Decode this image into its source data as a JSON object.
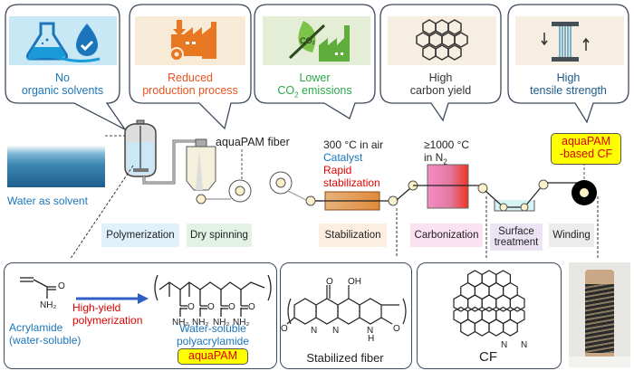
{
  "benefits": [
    {
      "label_line1": "No",
      "label_line2": "organic solvents",
      "color": "#1a75bb",
      "icon": "flask-water-drop-check-icon"
    },
    {
      "label_line1": "Reduced",
      "label_line2": "production process",
      "color": "#e8541e",
      "icon": "factory-gear-arrow-icon"
    },
    {
      "label_line1": "Lower",
      "label_line2_pre": "CO",
      "label_line2_sub": "2",
      "label_line2_post": " emissions",
      "color": "#2aa84a",
      "icon": "co2-leaf-factory-icon"
    },
    {
      "label_line1": "High",
      "label_line2": "carbon yield",
      "color": "#333333",
      "icon": "hexagon-lattice-icon"
    },
    {
      "label_line1": "High",
      "label_line2": "tensile strength",
      "color": "#1a5a8a",
      "icon": "tensile-test-fiber-icon"
    }
  ],
  "process": {
    "water_label": "Water as solvent",
    "fiber_label": "aquaPAM fiber",
    "stabilization_conditions": {
      "line1": "300 °C in air",
      "line2": "Catalyst",
      "line3": "Rapid",
      "line4": "stabilization"
    },
    "carbonization_conditions": {
      "line1": "≥1000 °C",
      "line2_pre": "in N",
      "line2_sub": "2"
    },
    "product_badge": {
      "line1": "aquaPAM",
      "line2": "-based CF"
    },
    "steps": [
      {
        "label": "Polymerization",
        "bg": "#dff1fb"
      },
      {
        "label": "Dry spinning",
        "bg": "#e2f3e6"
      },
      {
        "label": "Stabilization",
        "bg": "#fdeee2"
      },
      {
        "label": "Carbonization",
        "bg": "#fbe2f3"
      },
      {
        "label_line1": "Surface",
        "label_line2": "treatment",
        "bg": "#ece4f5"
      },
      {
        "label": "Winding",
        "bg": "#ececec"
      }
    ]
  },
  "panels": {
    "polymer": {
      "monomer_name_line1": "Acrylamide",
      "monomer_name_line2": "(water-soluble)",
      "reaction_line1": "High-yield",
      "reaction_line2": "polymerization",
      "product_line1": "Water-soluble",
      "product_line2": "polyacrylamide",
      "badge": "aquaPAM",
      "atom_O": "O",
      "atom_NH2": "NH₂"
    },
    "stabilized": {
      "caption": "Stabilized fiber",
      "atom_O": "O",
      "atom_OH": "OH",
      "atom_N": "N",
      "atom_H": "H"
    },
    "cf": {
      "caption": "CF",
      "atom_N": "N"
    }
  },
  "colors": {
    "blue": "#1a75bb",
    "red": "#e00000",
    "arrow": "#2f5fc4"
  }
}
